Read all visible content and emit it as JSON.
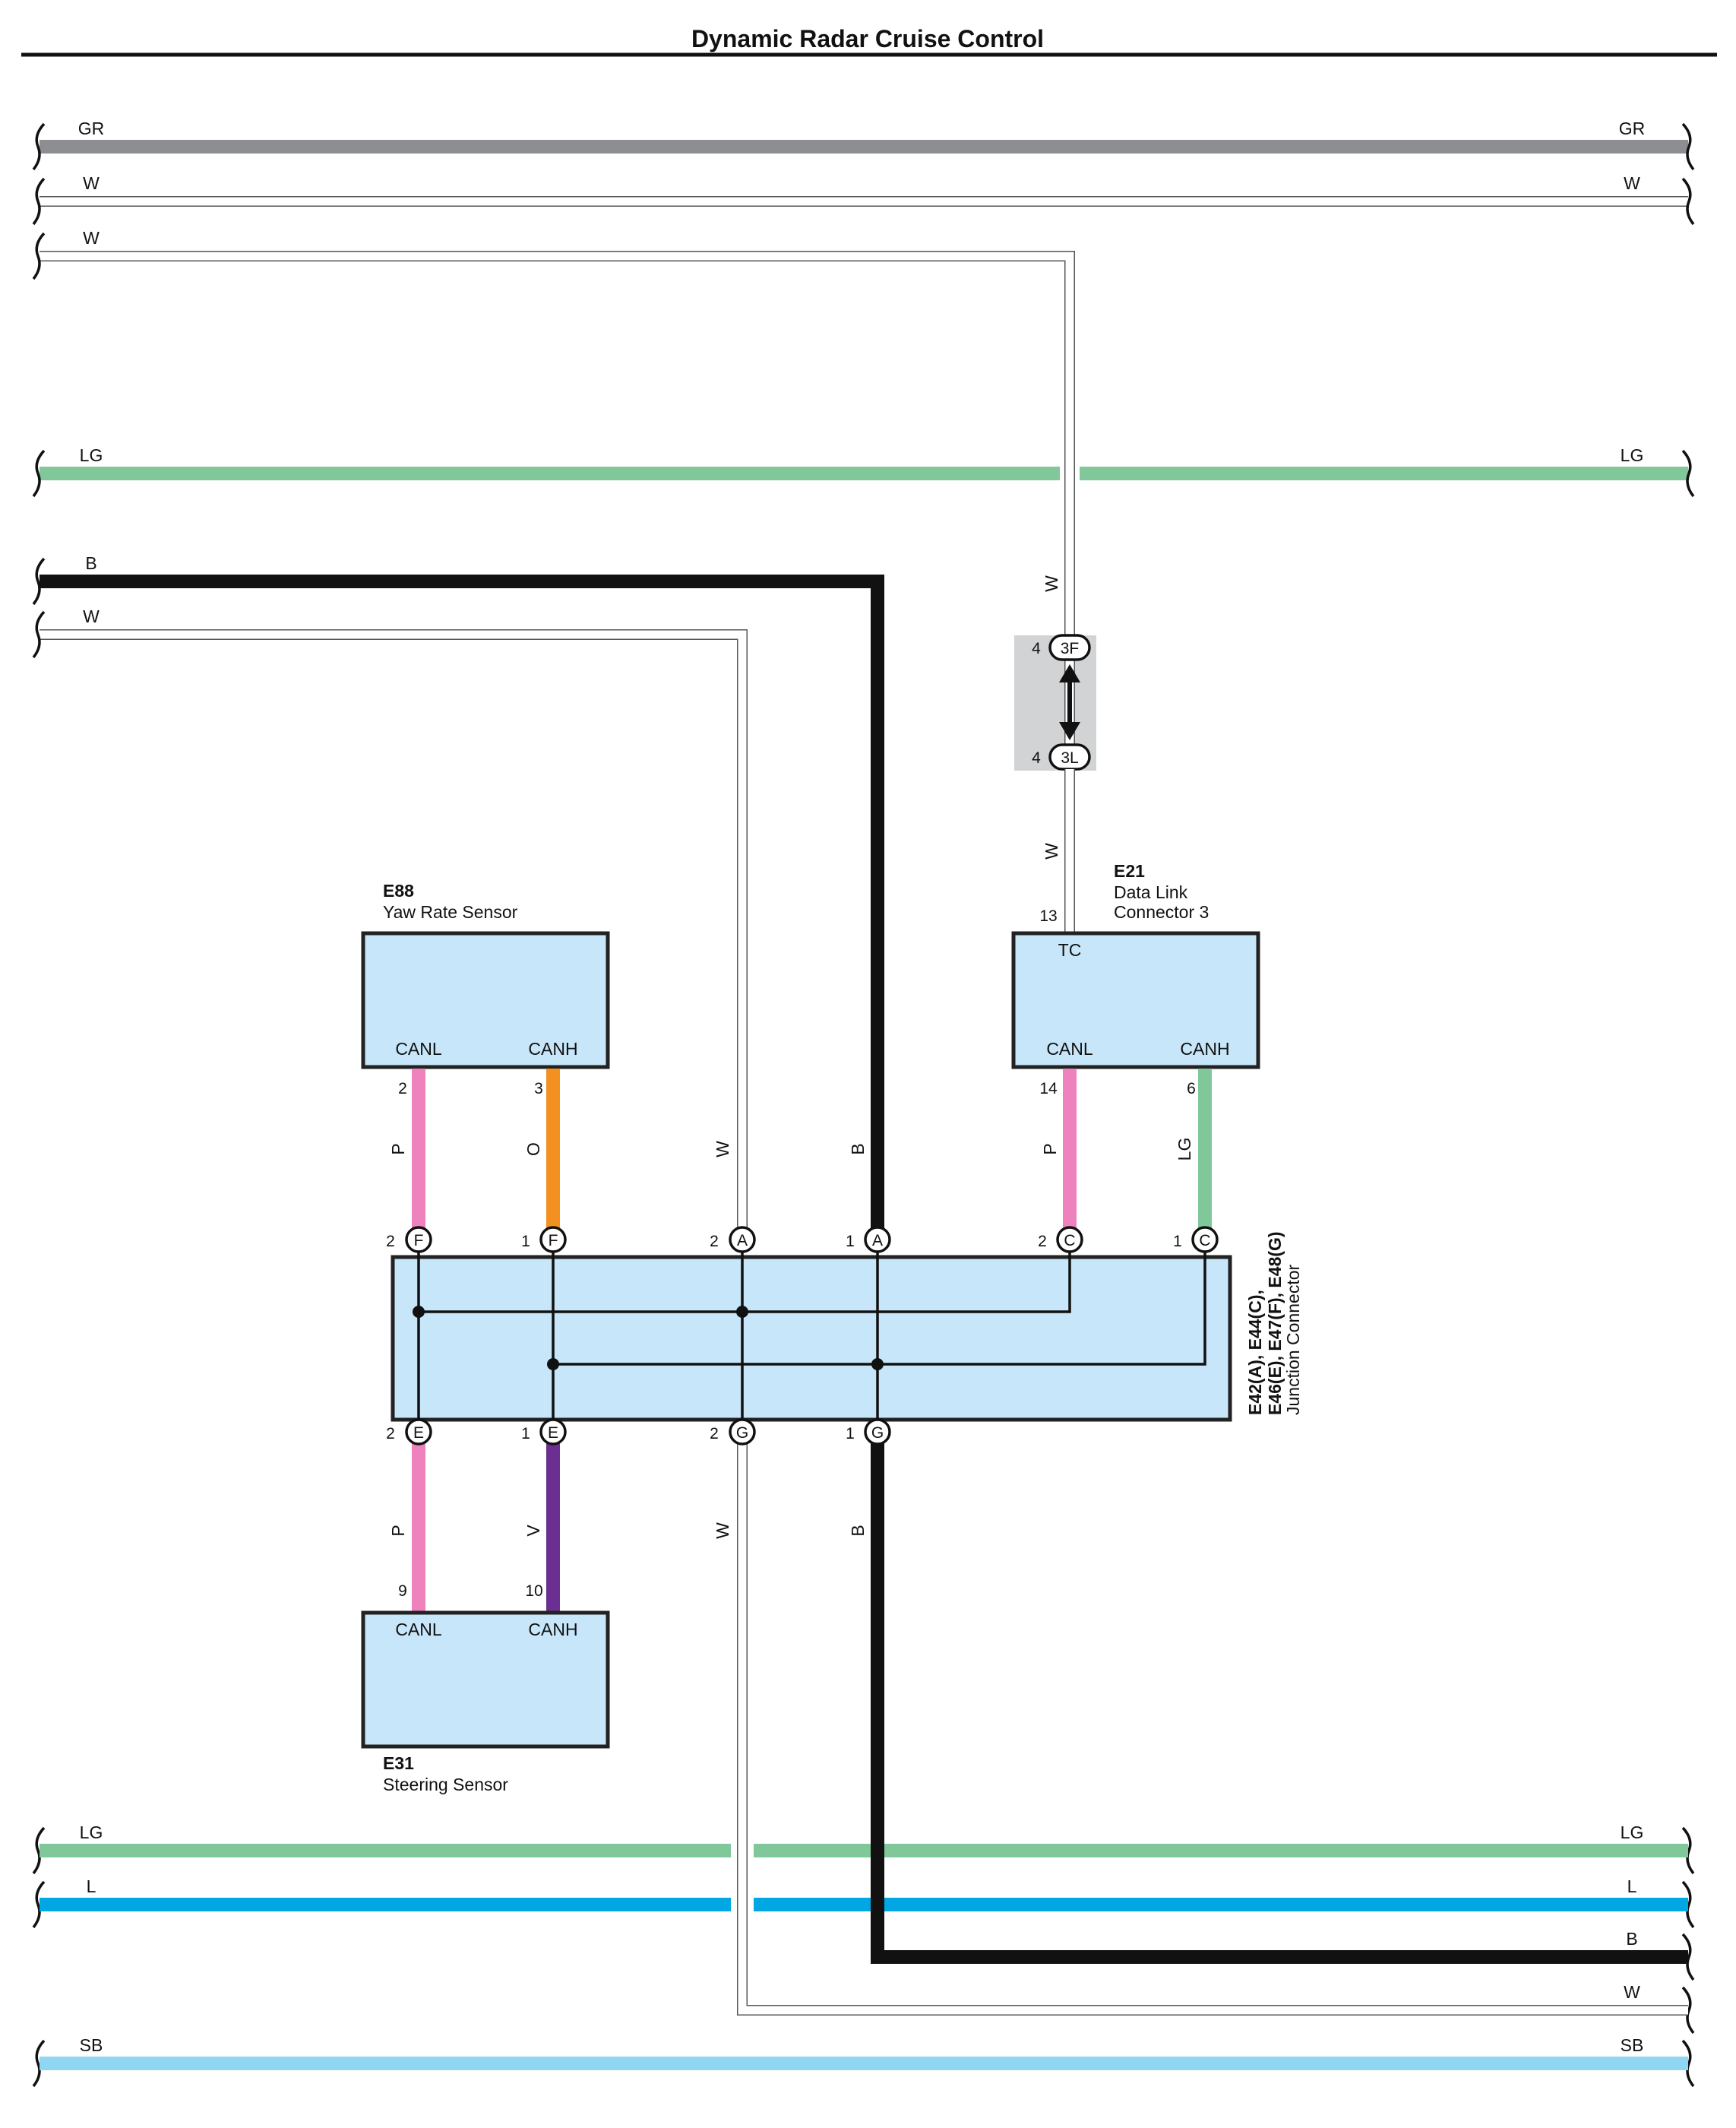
{
  "title": "Dynamic Radar Cruise Control",
  "colors": {
    "GR": "#8d8e91",
    "LG": "#80c89a",
    "B": "#111111",
    "W": "#ffffff",
    "L": "#00a7e3",
    "SB": "#8fd6f3",
    "P": "#ee82bd",
    "O": "#f39020",
    "V": "#6a2f91",
    "component_fill": "#c7e6f9",
    "splice_fill": "#d2d3d5"
  },
  "bus_lines": [
    {
      "color": "GR",
      "left_label": "GR",
      "right_label": "GR"
    },
    {
      "color": "W",
      "left_label": "W",
      "right_label": "W"
    },
    {
      "color": "W",
      "left_label": "W"
    },
    {
      "color": "LG",
      "left_label": "LG",
      "right_label": "LG"
    },
    {
      "color": "B",
      "left_label": "B"
    },
    {
      "color": "W",
      "left_label": "W"
    },
    {
      "color": "LG",
      "left_label": "LG",
      "right_label": "LG"
    },
    {
      "color": "L",
      "left_label": "L",
      "right_label": "L"
    },
    {
      "color": "B",
      "right_label": "B"
    },
    {
      "color": "W",
      "right_label": "W"
    },
    {
      "color": "SB",
      "left_label": "SB",
      "right_label": "SB"
    }
  ],
  "components": {
    "e88": {
      "code": "E88",
      "name": "Yaw Rate Sensor",
      "pins": [
        {
          "label": "CANL",
          "num": "2",
          "color": "P"
        },
        {
          "label": "CANH",
          "num": "3",
          "color": "O"
        }
      ]
    },
    "e21": {
      "code": "E21",
      "name_line1": "Data Link",
      "name_line2": "Connector 3",
      "tc_label": "TC",
      "tc_num": "13",
      "pins": [
        {
          "label": "CANL",
          "num": "14",
          "color": "P"
        },
        {
          "label": "CANH",
          "num": "6",
          "color": "LG"
        }
      ]
    },
    "e31": {
      "code": "E31",
      "name": "Steering Sensor",
      "pins": [
        {
          "label": "CANL",
          "num": "9",
          "color": "P"
        },
        {
          "label": "CANH",
          "num": "10",
          "color": "V"
        }
      ]
    }
  },
  "junction": {
    "codes_line1": "E42(A), E44(C),",
    "codes_line2": "E46(E), E47(F), E48(G)",
    "name": "Junction Connector",
    "top_pins": [
      {
        "num": "2",
        "letter": "F"
      },
      {
        "num": "1",
        "letter": "F"
      },
      {
        "num": "2",
        "letter": "A"
      },
      {
        "num": "1",
        "letter": "A"
      },
      {
        "num": "2",
        "letter": "C"
      },
      {
        "num": "1",
        "letter": "C"
      }
    ],
    "bottom_pins": [
      {
        "num": "2",
        "letter": "E"
      },
      {
        "num": "1",
        "letter": "E"
      },
      {
        "num": "2",
        "letter": "G"
      },
      {
        "num": "1",
        "letter": "G"
      }
    ]
  },
  "splice": {
    "top_num": "4",
    "top_code": "3F",
    "bottom_num": "4",
    "bottom_code": "3L"
  },
  "wire_labels": {
    "w_upper_vertical": "W",
    "w_lower_vertical": "W",
    "yaw_canl": "P",
    "yaw_canh": "O",
    "center_w": "W",
    "center_b": "B",
    "dlc_canl": "P",
    "dlc_canh": "LG",
    "steer_canl": "P",
    "steer_canh": "V",
    "lower_w": "W",
    "lower_b": "B"
  }
}
